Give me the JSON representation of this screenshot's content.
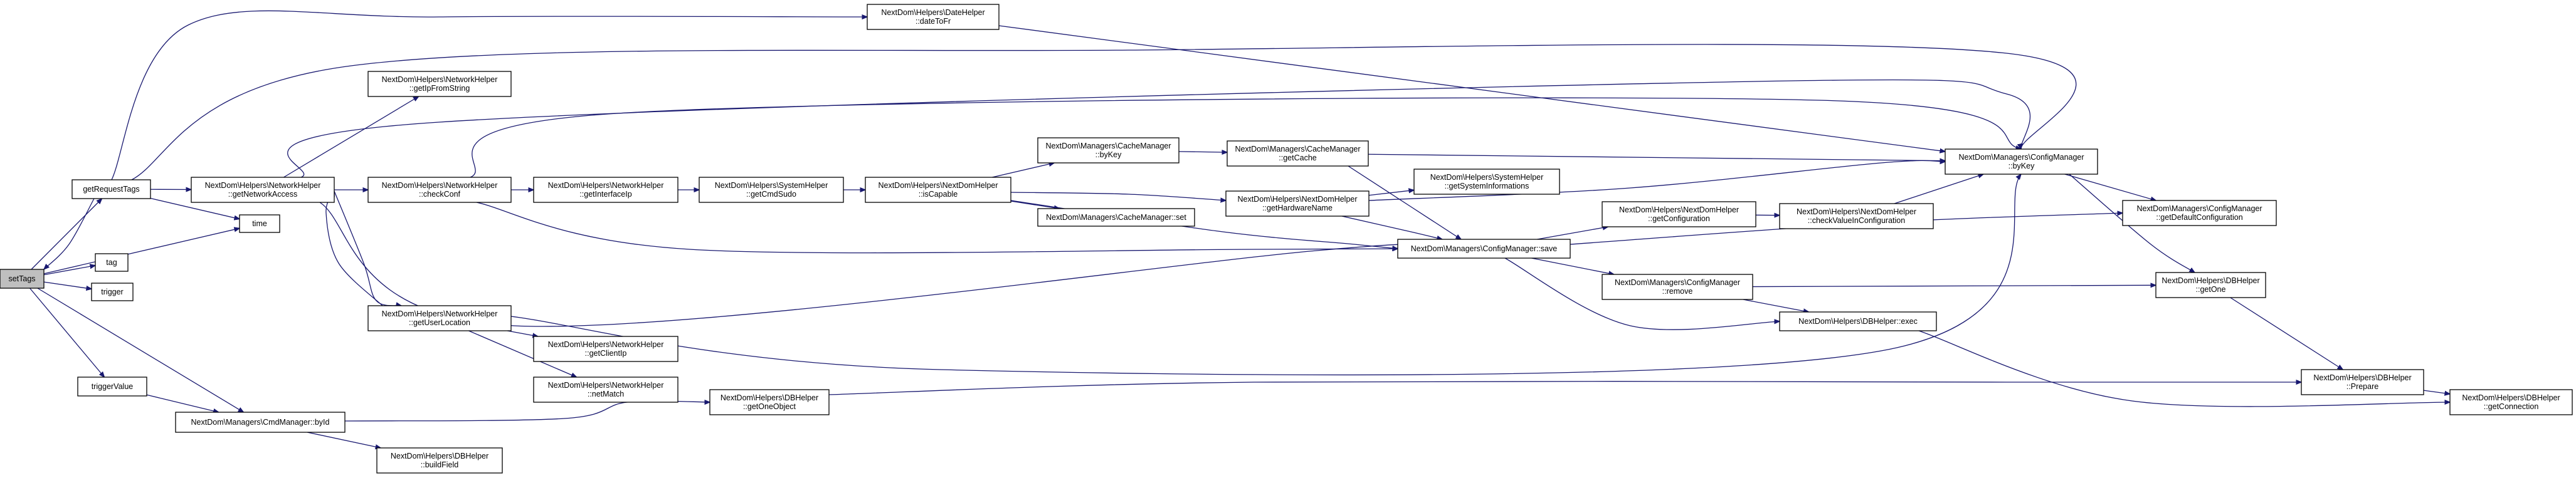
{
  "graph": {
    "nodes": [
      {
        "id": "setTags",
        "lines": [
          "setTags"
        ],
        "root": true
      },
      {
        "id": "getRequestTags",
        "lines": [
          "getRequestTags"
        ]
      },
      {
        "id": "tag",
        "lines": [
          "tag"
        ]
      },
      {
        "id": "trigger",
        "lines": [
          "trigger"
        ]
      },
      {
        "id": "triggerValue",
        "lines": [
          "triggerValue"
        ]
      },
      {
        "id": "time",
        "lines": [
          "time"
        ]
      },
      {
        "id": "dateToFr",
        "lines": [
          "NextDom\\Helpers\\DateHelper",
          "::dateToFr"
        ]
      },
      {
        "id": "getNetworkAccess",
        "lines": [
          "NextDom\\Helpers\\NetworkHelper",
          "::getNetworkAccess"
        ]
      },
      {
        "id": "cmdById",
        "lines": [
          "NextDom\\Managers\\CmdManager::byId"
        ]
      },
      {
        "id": "getIpFromString",
        "lines": [
          "NextDom\\Helpers\\NetworkHelper",
          "::getIpFromString"
        ]
      },
      {
        "id": "checkConf",
        "lines": [
          "NextDom\\Helpers\\NetworkHelper",
          "::checkConf"
        ]
      },
      {
        "id": "getUserLocation",
        "lines": [
          "NextDom\\Helpers\\NetworkHelper",
          "::getUserLocation"
        ]
      },
      {
        "id": "buildField",
        "lines": [
          "NextDom\\Helpers\\DBHelper",
          "::buildField"
        ]
      },
      {
        "id": "getInterfaceIp",
        "lines": [
          "NextDom\\Helpers\\NetworkHelper",
          "::getInterfaceIp"
        ]
      },
      {
        "id": "getClientIp",
        "lines": [
          "NextDom\\Helpers\\NetworkHelper",
          "::getClientIp"
        ]
      },
      {
        "id": "netMatch",
        "lines": [
          "NextDom\\Helpers\\NetworkHelper",
          "::netMatch"
        ]
      },
      {
        "id": "getOneObject",
        "lines": [
          "NextDom\\Helpers\\DBHelper",
          "::getOneObject"
        ]
      },
      {
        "id": "getCmdSudo",
        "lines": [
          "NextDom\\Helpers\\SystemHelper",
          "::getCmdSudo"
        ]
      },
      {
        "id": "isCapable",
        "lines": [
          "NextDom\\Helpers\\NextDomHelper",
          "::isCapable"
        ]
      },
      {
        "id": "cacheByKey",
        "lines": [
          "NextDom\\Managers\\CacheManager",
          "::byKey"
        ]
      },
      {
        "id": "cacheSet",
        "lines": [
          "NextDom\\Managers\\CacheManager::set"
        ]
      },
      {
        "id": "getCache",
        "lines": [
          "NextDom\\Managers\\CacheManager",
          "::getCache"
        ]
      },
      {
        "id": "getHardwareName",
        "lines": [
          "NextDom\\Helpers\\NextDomHelper",
          "::getHardwareName"
        ]
      },
      {
        "id": "getSystemInformations",
        "lines": [
          "NextDom\\Helpers\\SystemHelper",
          "::getSystemInformations"
        ]
      },
      {
        "id": "configSave",
        "lines": [
          "NextDom\\Managers\\ConfigManager::save"
        ]
      },
      {
        "id": "getConfiguration",
        "lines": [
          "NextDom\\Helpers\\NextDomHelper",
          "::getConfiguration"
        ]
      },
      {
        "id": "checkValueInConfiguration",
        "lines": [
          "NextDom\\Helpers\\NextDomHelper",
          "::checkValueInConfiguration"
        ]
      },
      {
        "id": "configRemove",
        "lines": [
          "NextDom\\Managers\\ConfigManager",
          "::remove"
        ]
      },
      {
        "id": "dbExec",
        "lines": [
          "NextDom\\Helpers\\DBHelper::exec"
        ]
      },
      {
        "id": "configByKey",
        "lines": [
          "NextDom\\Managers\\ConfigManager",
          "::byKey"
        ]
      },
      {
        "id": "getDefaultConfiguration",
        "lines": [
          "NextDom\\Managers\\ConfigManager",
          "::getDefaultConfiguration"
        ]
      },
      {
        "id": "getOne",
        "lines": [
          "NextDom\\Helpers\\DBHelper",
          "::getOne"
        ]
      },
      {
        "id": "prepare",
        "lines": [
          "NextDom\\Helpers\\DBHelper",
          "::Prepare"
        ]
      },
      {
        "id": "getConnection",
        "lines": [
          "NextDom\\Helpers\\DBHelper",
          "::getConnection"
        ]
      }
    ],
    "edges": [
      [
        "setTags",
        "getRequestTags"
      ],
      [
        "setTags",
        "tag"
      ],
      [
        "setTags",
        "trigger"
      ],
      [
        "setTags",
        "triggerValue"
      ],
      [
        "setTags",
        "time"
      ],
      [
        "setTags",
        "cmdById"
      ],
      [
        "getRequestTags",
        "dateToFr"
      ],
      [
        "getRequestTags",
        "configByKey"
      ],
      [
        "getRequestTags",
        "getNetworkAccess"
      ],
      [
        "getRequestTags",
        "time"
      ],
      [
        "getRequestTags",
        "setTags"
      ],
      [
        "triggerValue",
        "cmdById"
      ],
      [
        "dateToFr",
        "configByKey"
      ],
      [
        "getNetworkAccess",
        "getIpFromString"
      ],
      [
        "getNetworkAccess",
        "configByKey"
      ],
      [
        "getNetworkAccess",
        "checkConf"
      ],
      [
        "getNetworkAccess",
        "configSave"
      ],
      [
        "getNetworkAccess",
        "getUserLocation"
      ],
      [
        "cmdById",
        "buildField"
      ],
      [
        "cmdById",
        "getOneObject"
      ],
      [
        "checkConf",
        "configByKey"
      ],
      [
        "checkConf",
        "getInterfaceIp"
      ],
      [
        "checkConf",
        "configSave"
      ],
      [
        "getUserLocation",
        "getNetworkAccess"
      ],
      [
        "getUserLocation",
        "configByKey"
      ],
      [
        "getUserLocation",
        "getClientIp"
      ],
      [
        "getUserLocation",
        "netMatch"
      ],
      [
        "getInterfaceIp",
        "getCmdSudo"
      ],
      [
        "getCmdSudo",
        "isCapable"
      ],
      [
        "isCapable",
        "cacheByKey"
      ],
      [
        "isCapable",
        "cacheSet"
      ],
      [
        "isCapable",
        "getHardwareName"
      ],
      [
        "isCapable",
        "configSave"
      ],
      [
        "cacheByKey",
        "getCache"
      ],
      [
        "getCache",
        "configByKey"
      ],
      [
        "getCache",
        "configSave"
      ],
      [
        "getHardwareName",
        "configByKey"
      ],
      [
        "getHardwareName",
        "getSystemInformations"
      ],
      [
        "getHardwareName",
        "configSave"
      ],
      [
        "configSave",
        "getConfiguration"
      ],
      [
        "configSave",
        "getDefaultConfiguration"
      ],
      [
        "configSave",
        "configRemove"
      ],
      [
        "configSave",
        "dbExec"
      ],
      [
        "getConfiguration",
        "checkValueInConfiguration"
      ],
      [
        "checkValueInConfiguration",
        "configByKey"
      ],
      [
        "configRemove",
        "getOne"
      ],
      [
        "configRemove",
        "dbExec"
      ],
      [
        "dbExec",
        "getConnection"
      ],
      [
        "configByKey",
        "getDefaultConfiguration"
      ],
      [
        "configByKey",
        "getOne"
      ],
      [
        "getOne",
        "prepare"
      ],
      [
        "getOneObject",
        "prepare"
      ],
      [
        "prepare",
        "getConnection"
      ]
    ]
  }
}
